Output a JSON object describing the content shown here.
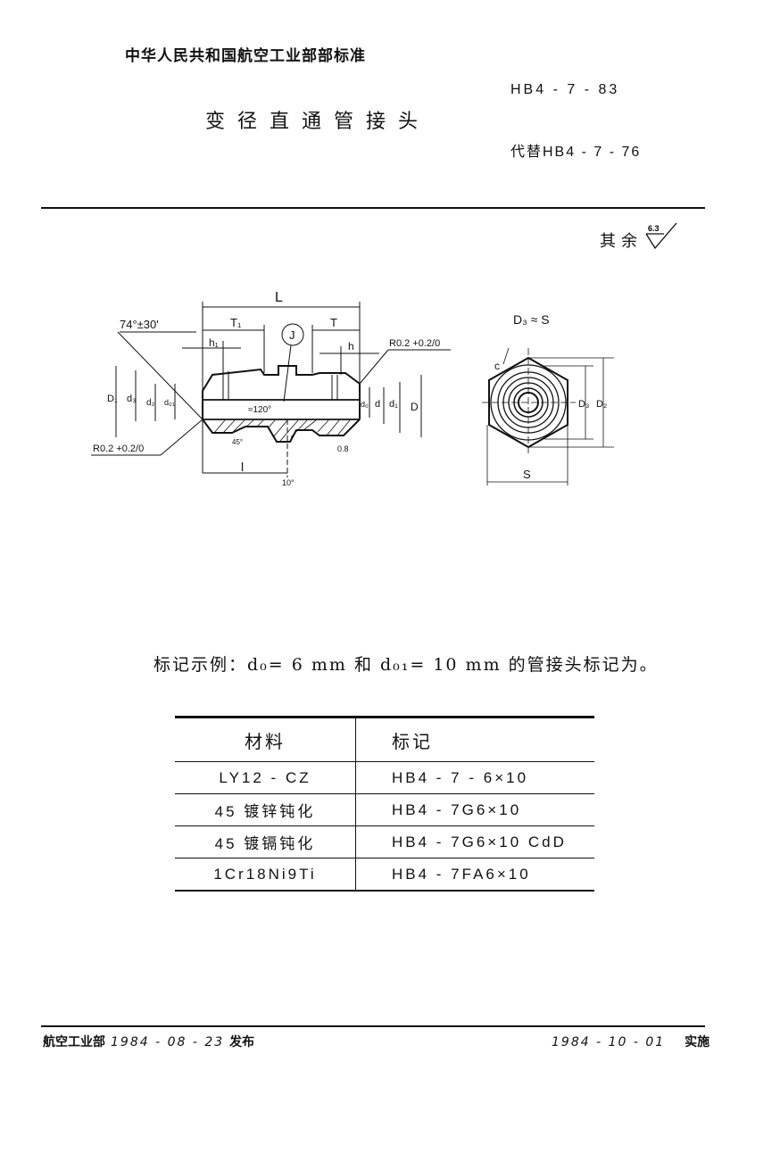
{
  "header": {
    "organization": "中华人民共和国航空工业部部标准",
    "title": "变径直通管接头",
    "standard_number": "HB4 - 7 - 83",
    "replaces": "代替HB4 - 7 - 76"
  },
  "surface_roughness": {
    "label": "其余",
    "value": "6.3"
  },
  "drawing": {
    "front_view_labels": {
      "length": "L",
      "thread_length_left": "T₁",
      "thread_length_right": "T",
      "detail_marker": "J",
      "undercut_left": "h₁",
      "undercut_right": "h",
      "cone_angle": "74°±30'",
      "radius_right": "R0.2 +0.2/0",
      "radius_left": "R0.2 +0.2/0",
      "drill_angle": "≈120°",
      "chamfer_angle": "45°",
      "taper_angle": "10°",
      "roughness_mark": "0.8",
      "dim_D1": "D₁",
      "dim_d3": "d₃",
      "dim_d2": "d₂",
      "dim_d01": "d₀₁",
      "dim_d0": "d₀",
      "dim_d": "d",
      "dim_d1": "d₁",
      "dim_D": "D",
      "dim_l": "l"
    },
    "side_view_labels": {
      "note": "D₃ ≈ S",
      "dim_D3": "D₃",
      "dim_D2": "D₂",
      "dim_S": "S",
      "chamfer_mark": "c"
    }
  },
  "marking_example": {
    "text": "标记示例：d₀= 6 mm 和 d₀₁= 10 mm 的管接头标记为。"
  },
  "material_table": {
    "headers": [
      "材料",
      "标记"
    ],
    "rows": [
      {
        "material": "LY12 - CZ",
        "marking": "HB4 - 7 - 6×10"
      },
      {
        "material": "45  镀锌钝化",
        "marking": "HB4 - 7G6×10"
      },
      {
        "material": "45  镀镉钝化",
        "marking": "HB4 - 7G6×10 CdD"
      },
      {
        "material": "1Cr18Ni9Ti",
        "marking": "HB4 - 7FA6×10"
      }
    ]
  },
  "footer": {
    "issuer": "航空工业部",
    "issue_date": "1984 - 08 - 23",
    "issue_label": "发布",
    "effective_date": "1984 - 10 - 01",
    "effective_label": "实施"
  }
}
